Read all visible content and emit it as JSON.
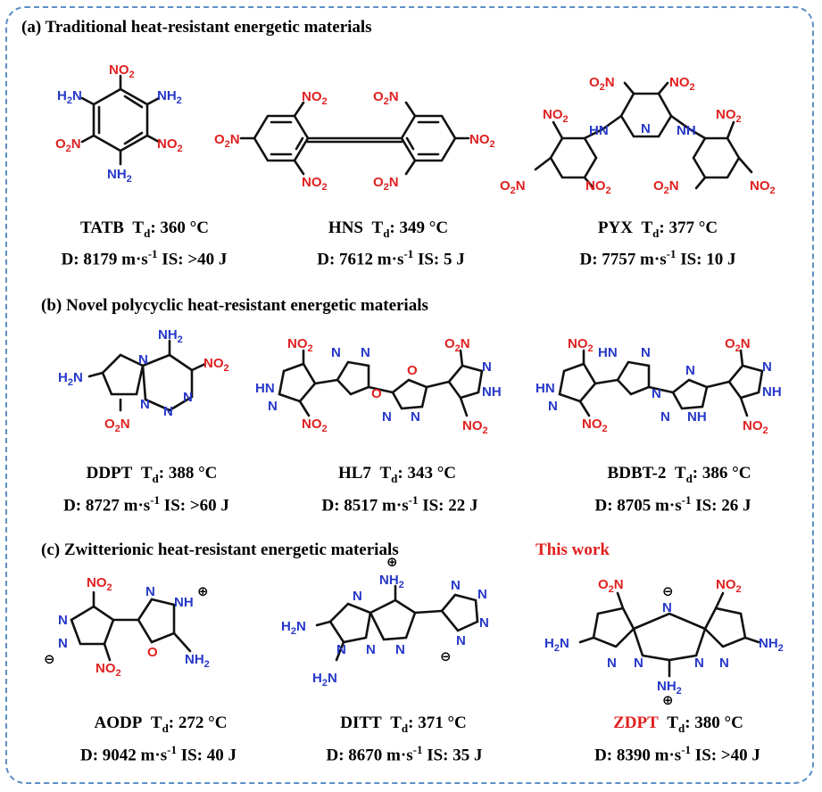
{
  "sections": {
    "a": "(a) Traditional heat-resistant energetic materials",
    "b": "(b) Novel polycyclic heat-resistant energetic materials",
    "c": "(c) Zwitterionic heat-resistant energetic materials",
    "this_work": "This work"
  },
  "compounds": [
    {
      "name": "TATB",
      "td": "360 °C",
      "d": "8179",
      "is": ">40 J"
    },
    {
      "name": "HNS",
      "td": "349 °C",
      "d": "7612",
      "is": "5 J"
    },
    {
      "name": "PYX",
      "td": "377 °C",
      "d": "7757",
      "is": "10 J"
    },
    {
      "name": "DDPT",
      "td": "388 °C",
      "d": "8727",
      "is": ">60 J"
    },
    {
      "name": "HL7",
      "td": "343 °C",
      "d": "8517",
      "is": "22 J"
    },
    {
      "name": "BDBT-2",
      "td": "386 °C",
      "d": "8705",
      "is": "26 J"
    },
    {
      "name": "AODP",
      "td": "272 °C",
      "d": "9042",
      "is": "40 J"
    },
    {
      "name": "DITT",
      "td": "371 °C",
      "d": "8670",
      "is": "35 J"
    },
    {
      "name": "ZDPT",
      "td": "380 °C",
      "d": "8390",
      "is": ">40 J"
    }
  ],
  "labels": {
    "td_prefix": "T",
    "td_sub": "d",
    "td_colon": ":",
    "d_prefix": "D: ",
    "d_unit": " m·s",
    "d_sup": "-1",
    "is_prefix": "  IS: "
  },
  "atoms": {
    "no2": "NO2",
    "o2n": "O2N",
    "nh2": "NH2",
    "h2n": "H2N",
    "hn": "HN",
    "nh": "NH",
    "n": "N",
    "o": "O",
    "plus": "⊕",
    "minus": "⊖"
  },
  "colors": {
    "frame": "#5b8fc4",
    "highlight": "#e02020",
    "nitrogen_group": "#2638c8",
    "nitro_group": "#e02020"
  }
}
